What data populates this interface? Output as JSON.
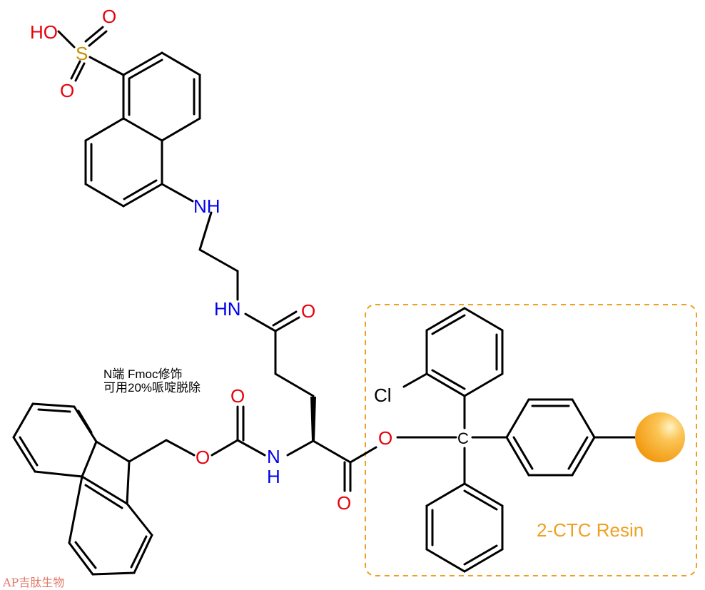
{
  "atoms": {
    "ho": "HO",
    "s": "S",
    "o_top": "O",
    "o_sulfonyl": "O",
    "nh_dansyl": "NH",
    "hn_amide": "HN",
    "o_amide": "O",
    "o_carbamate": "O",
    "o_fmoc_ester": "O",
    "nh_alpha": "N",
    "h_alpha": "H",
    "o_ester_link": "O",
    "o_carbonyl": "O",
    "cl": "Cl",
    "c_trityl": "C"
  },
  "annotation": {
    "line1": "N端 Fmoc修饰",
    "line2": "可用20%哌啶脱除"
  },
  "resin": {
    "label": "2-CTC Resin",
    "color": "#f0a020",
    "bead_color": "#f6a623"
  },
  "watermark": "AP吉肽生物",
  "colors": {
    "oxygen": "#e8000b",
    "nitrogen": "#0000ee",
    "sulfur": "#c89000",
    "bond": "#000000"
  }
}
